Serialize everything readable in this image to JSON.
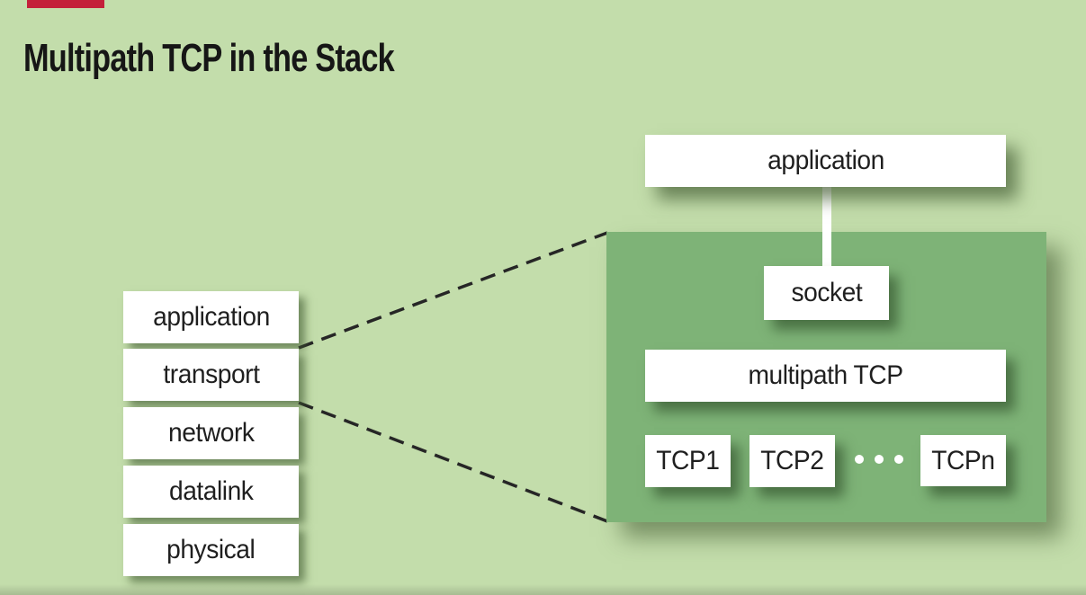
{
  "title": "Multipath TCP in the Stack",
  "colors": {
    "background": "#c3ddab",
    "panel_green": "#7eb377",
    "accent_bar_red": "#c4203a",
    "box_white": "#ffffff",
    "text": "#1f1f1f",
    "dashed_line": "#262626"
  },
  "stack": {
    "layers": [
      "application",
      "transport",
      "network",
      "datalink",
      "physical"
    ]
  },
  "detail": {
    "application": "application",
    "socket": "socket",
    "multipath": "multipath TCP",
    "subflows": [
      "TCP1",
      "TCP2",
      "TCPn"
    ]
  }
}
